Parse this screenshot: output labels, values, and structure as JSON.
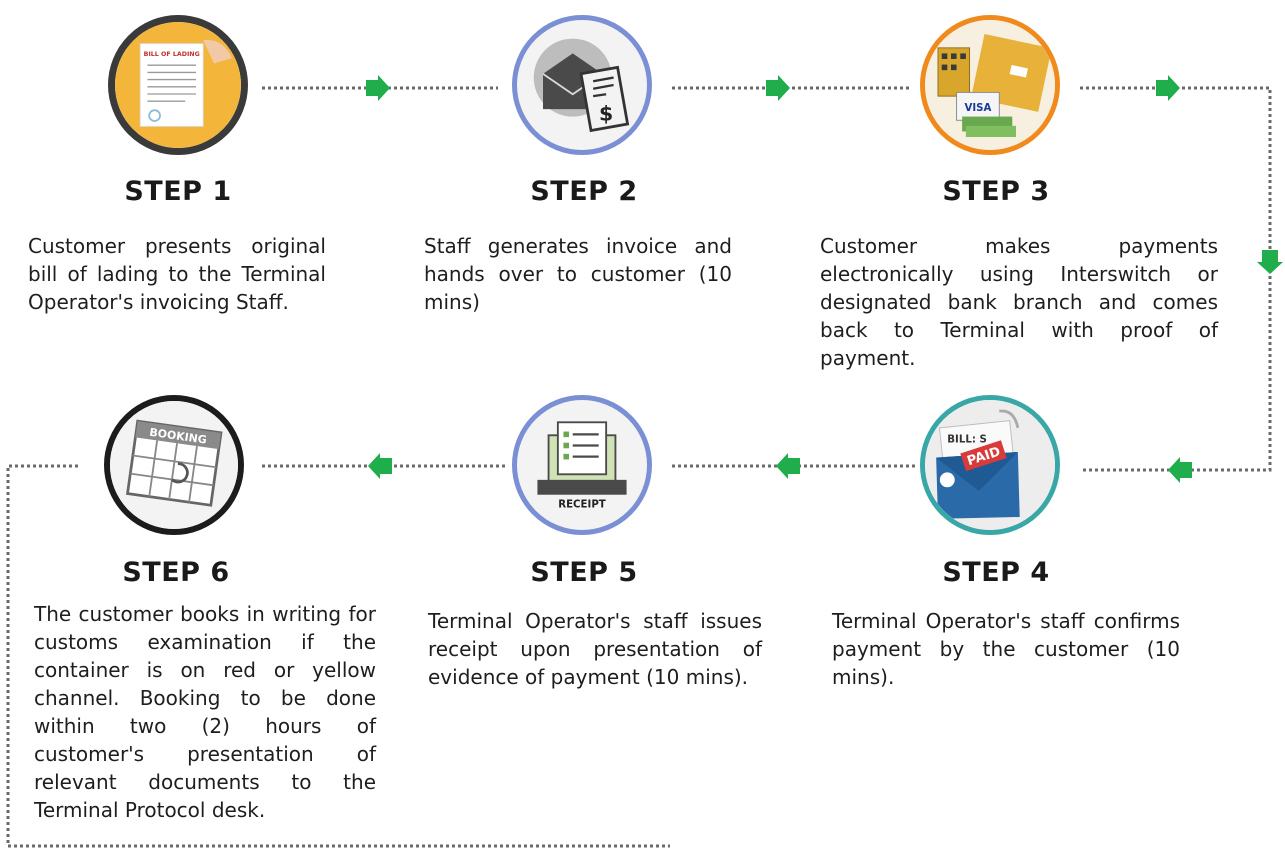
{
  "steps": [
    {
      "title": "STEP 1",
      "text": "Customer presents original bill of lading to the Terminal Operator's invoicing Staff.",
      "ring": "#3a3a3a",
      "icon": "bill-of-lading-icon",
      "icon_text": "BILL OF LADING"
    },
    {
      "title": "STEP 2",
      "text": "Staff generates invoice and hands over to customer (10 mins)",
      "ring": "#7b8fd4",
      "icon": "invoice-envelope-icon",
      "icon_text": "$"
    },
    {
      "title": "STEP 3",
      "text": "Customer makes payments electronically using Interswitch or designated bank branch and comes back to Terminal with proof of payment.",
      "ring": "#f08a1c",
      "icon": "card-payment-icon",
      "icon_text": "VISA"
    },
    {
      "title": "STEP 4",
      "text": "Terminal Operator's staff confirms payment by the customer (10 mins).",
      "ring": "#3aa7a7",
      "icon": "paid-bill-icon",
      "icon_text": "PAID",
      "icon_text2": "BILL: S"
    },
    {
      "title": "STEP 5",
      "text": "Terminal Operator's staff issues receipt upon presentation of evidence of payment (10 mins).",
      "ring": "#7b8fd4",
      "icon": "receipt-icon",
      "icon_text": "RECEIPT"
    },
    {
      "title": "STEP 6",
      "text": "The customer books in writing for customs examination if the container is on red or yellow channel. Booking to be done within two (2) hours of customer's presentation of relevant documents to the Terminal Protocol desk.",
      "ring": "#1c1c1c",
      "icon": "booking-calendar-icon",
      "icon_text": "BOOKING"
    }
  ],
  "colors": {
    "arrow": "#1fae4b",
    "dots": "#6a6a6a"
  }
}
